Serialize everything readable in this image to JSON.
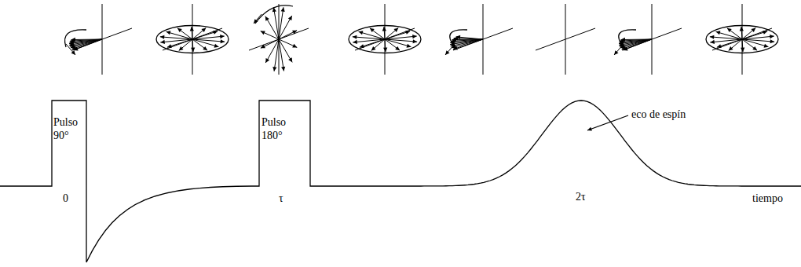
{
  "diagram": {
    "labels": [
      "Pulso 90°",
      "0",
      "Pulso 180°",
      "τ",
      "2τ",
      "eco de espín",
      "tiempo"
    ]
  }
}
